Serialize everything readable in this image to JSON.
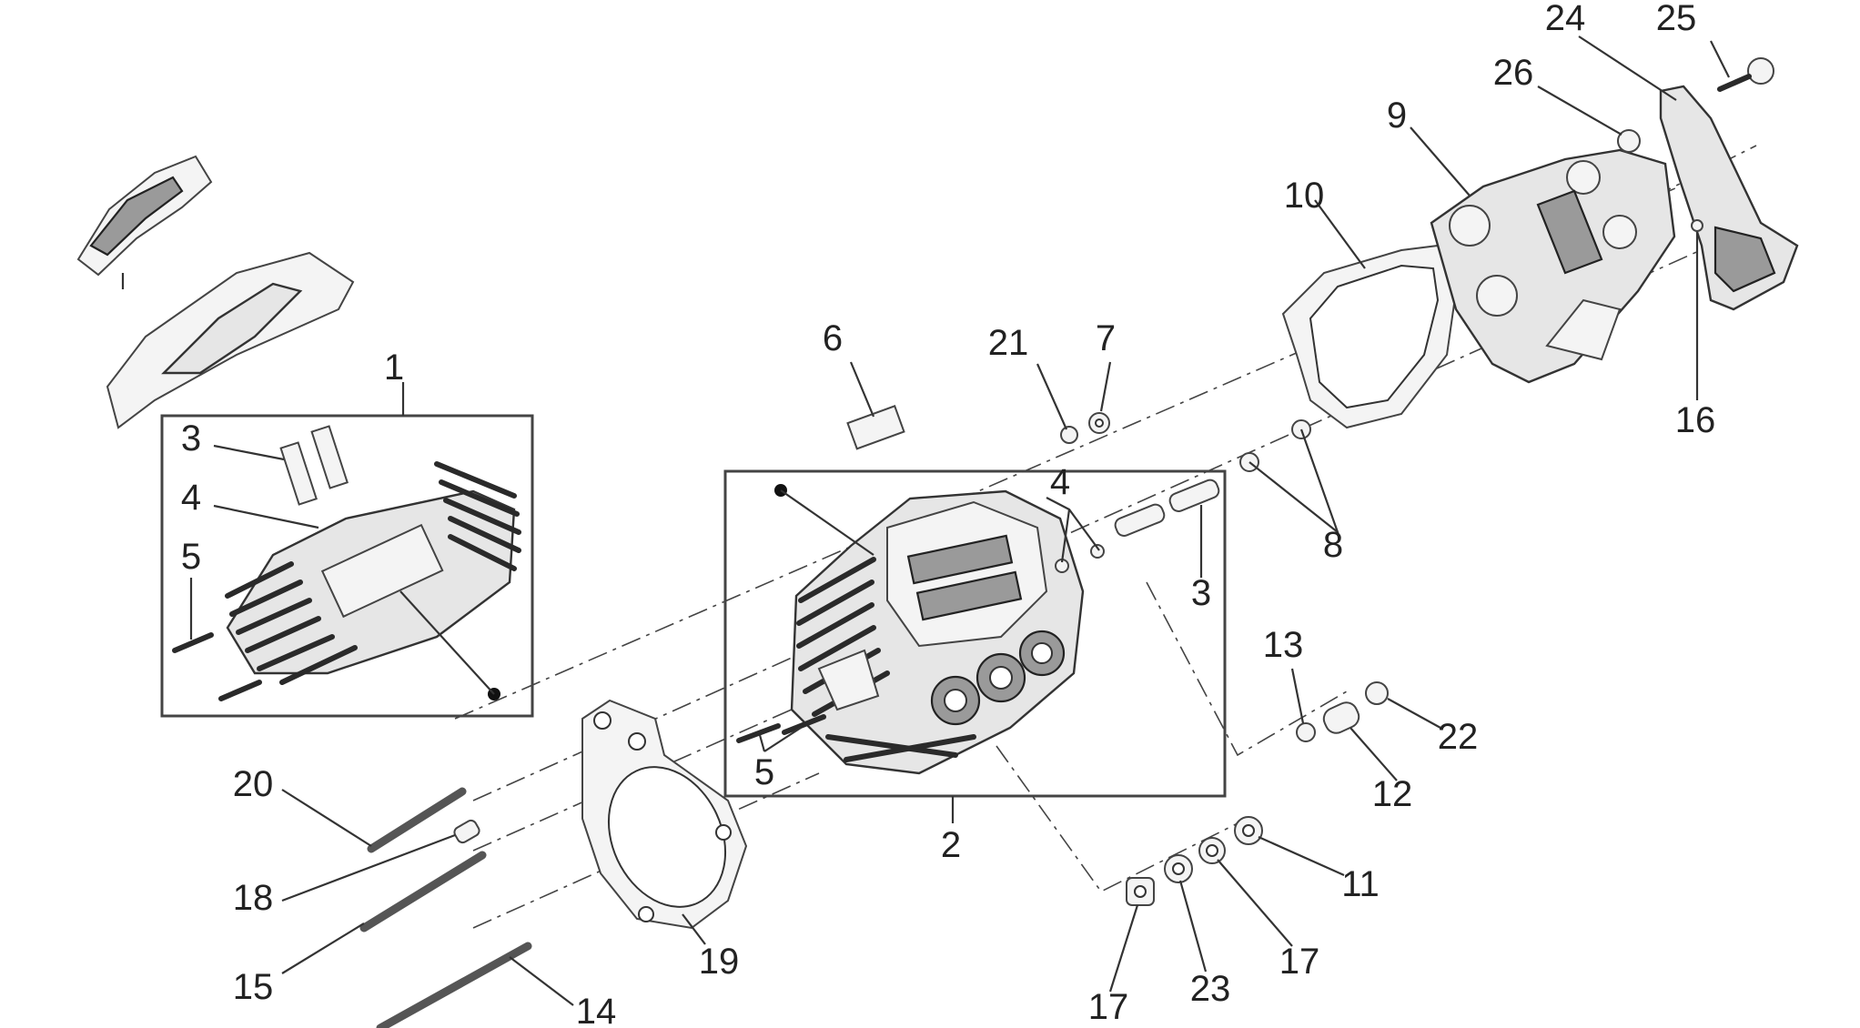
{
  "callouts": {
    "c1": "1",
    "c2": "2",
    "c3a": "3",
    "c3b": "3",
    "c4a": "4",
    "c4b": "4",
    "c5a": "5",
    "c5b": "5",
    "c6": "6",
    "c7": "7",
    "c8": "8",
    "c9": "9",
    "c10": "10",
    "c11": "11",
    "c12": "12",
    "c13": "13",
    "c14": "14",
    "c15": "15",
    "c16": "16",
    "c17a": "17",
    "c17b": "17",
    "c18": "18",
    "c19": "19",
    "c20": "20",
    "c21": "21",
    "c22": "22",
    "c23": "23",
    "c24": "24",
    "c25": "25",
    "c26": "26"
  }
}
